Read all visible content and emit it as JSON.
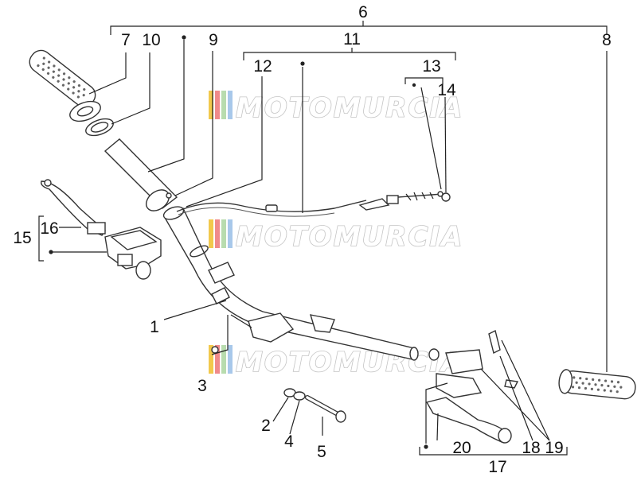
{
  "watermark": {
    "text": "MOTOMURCIA",
    "stripe_colors": [
      "#f2c94c",
      "#f08a8a",
      "#b8dcae",
      "#a8c8ea"
    ]
  },
  "callouts": {
    "n1": "1",
    "n2": "2",
    "n3": "3",
    "n4": "4",
    "n5": "5",
    "n6": "6",
    "n7": "7",
    "n8": "8",
    "n9": "9",
    "n10": "10",
    "n11": "11",
    "n12": "12",
    "n13": "13",
    "n14": "14",
    "n15": "15",
    "n16": "16",
    "n17": "17",
    "n18": "18",
    "n19": "19",
    "n20": "20"
  },
  "colors": {
    "line": "#222222",
    "part_fill": "#ffffff",
    "part_stroke": "#333333"
  }
}
